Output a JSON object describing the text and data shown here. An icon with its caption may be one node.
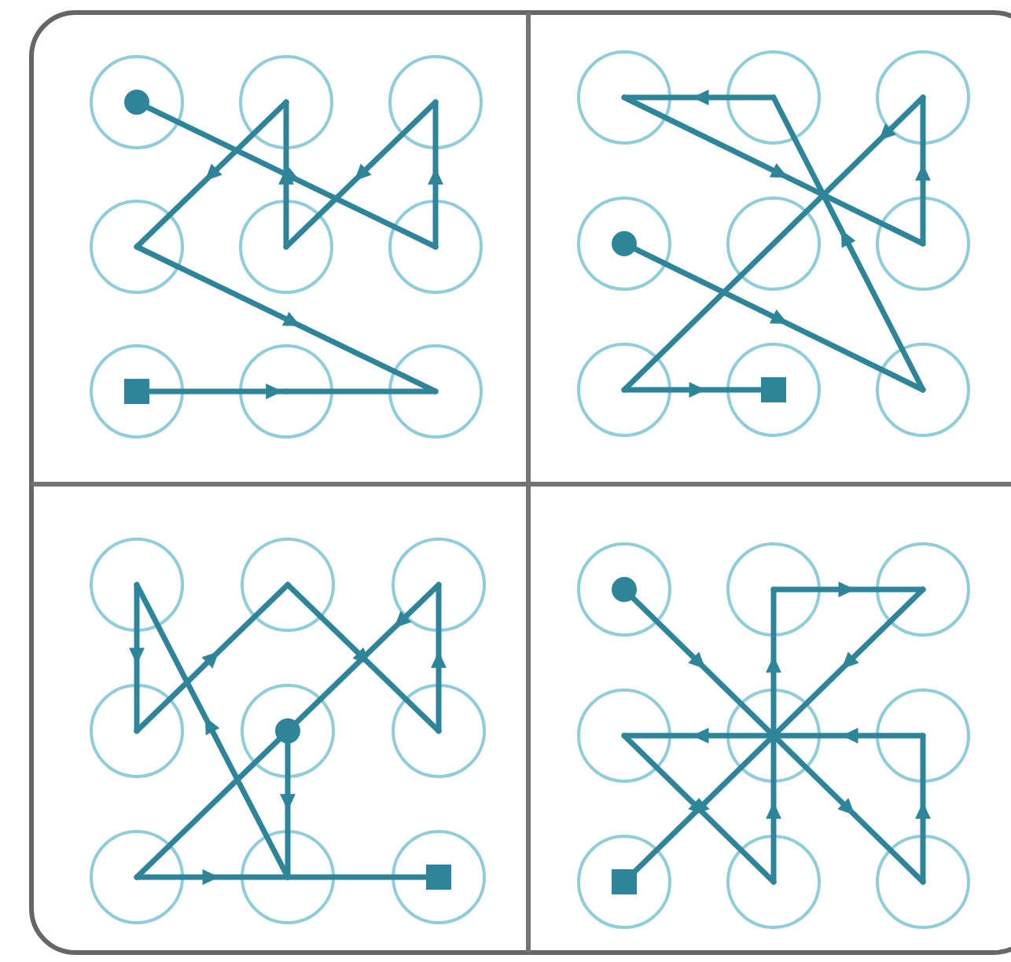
{
  "diagram": {
    "nodes": [
      {
        "text": [],
        "shape": "circle"
      },
      {
        "text": [],
        "shape": "circle"
      },
      {
        "text": [],
        "shape": "circle"
      },
      {
        "text": [],
        "shape": "circle"
      },
      {
        "text": [],
        "shape": "circle"
      },
      {
        "text": [],
        "shape": "circle"
      },
      {
        "text": [],
        "shape": "circle"
      },
      {
        "text": [],
        "shape": "circle"
      },
      {
        "text": [],
        "shape": "circle"
      },
      {
        "text": [],
        "shape": "circle"
      },
      {
        "text": [],
        "shape": "circle"
      },
      {
        "text": [],
        "shape": "circle"
      },
      {
        "text": [],
        "shape": "circle"
      },
      {
        "text": [],
        "shape": "circle"
      },
      {
        "text": [],
        "shape": "circle"
      },
      {
        "text": [],
        "shape": "circle"
      },
      {
        "text": [],
        "shape": "circle"
      },
      {
        "text": [],
        "shape": "circle"
      },
      {
        "text": [],
        "shape": "circle"
      },
      {
        "text": [],
        "shape": "circle"
      },
      {
        "text": [],
        "shape": "circle"
      },
      {
        "text": [],
        "shape": "circle"
      },
      {
        "text": [],
        "shape": "circle"
      },
      {
        "text": [],
        "shape": "circle"
      },
      {
        "text": [],
        "shape": "circle"
      },
      {
        "text": [],
        "shape": "circle"
      },
      {
        "text": [],
        "shape": "circle"
      },
      {
        "text": [],
        "shape": "circle"
      },
      {
        "text": [],
        "shape": "circle"
      },
      {
        "text": [],
        "shape": "circle"
      },
      {
        "text": [],
        "shape": "circle"
      },
      {
        "text": [],
        "shape": "circle"
      },
      {
        "text": [],
        "shape": "circle"
      },
      {
        "text": [],
        "shape": "circle"
      },
      {
        "text": [],
        "shape": "circle"
      },
      {
        "text": [],
        "shape": "circle"
      }
    ],
    "edges": [
      {
        "from": 0,
        "to": 5,
        "arrow": "to"
      },
      {
        "from": 5,
        "to": 2,
        "arrow": "to"
      },
      {
        "from": 2,
        "to": 4,
        "arrow": "to"
      },
      {
        "from": 4,
        "to": 1,
        "arrow": "to"
      },
      {
        "from": 1,
        "to": 3,
        "arrow": "to"
      },
      {
        "from": 3,
        "to": 8,
        "arrow": "to"
      },
      {
        "from": 6,
        "to": 7,
        "arrow": "to"
      },
      {
        "from": 7,
        "to": 8,
        "arrow": "none"
      },
      {
        "from": 12,
        "to": 17,
        "arrow": "to"
      },
      {
        "from": 17,
        "to": 10,
        "arrow": "to"
      },
      {
        "from": 10,
        "to": 9,
        "arrow": "to"
      },
      {
        "from": 9,
        "to": 14,
        "arrow": "to"
      },
      {
        "from": 14,
        "to": 11,
        "arrow": "to"
      },
      {
        "from": 11,
        "to": 13,
        "arrow": "to"
      },
      {
        "from": 13,
        "to": 15,
        "arrow": "none"
      },
      {
        "from": 15,
        "to": 16,
        "arrow": "to"
      },
      {
        "from": 22,
        "to": 25,
        "arrow": "to"
      },
      {
        "from": 25,
        "to": 18,
        "arrow": "to"
      },
      {
        "from": 18,
        "to": 21,
        "arrow": "to"
      },
      {
        "from": 21,
        "to": 19,
        "arrow": "to"
      },
      {
        "from": 19,
        "to": 23,
        "arrow": "to"
      },
      {
        "from": 23,
        "to": 20,
        "arrow": "to"
      },
      {
        "from": 20,
        "to": 22,
        "arrow": "to"
      },
      {
        "from": 22,
        "to": 24,
        "arrow": "other"
      },
      {
        "from": 24,
        "to": 25,
        "arrow": "to"
      },
      {
        "from": 25,
        "to": 26,
        "arrow": "other"
      },
      {
        "from": 27,
        "to": 31,
        "arrow": "to"
      },
      {
        "from": 31,
        "to": 35,
        "arrow": "to"
      },
      {
        "from": 35,
        "to": 32,
        "arrow": "to"
      },
      {
        "from": 32,
        "to": 31,
        "arrow": "to"
      },
      {
        "from": 31,
        "to": 30,
        "arrow": "to"
      },
      {
        "from": 30,
        "to": 34,
        "arrow": "to"
      },
      {
        "from": 34,
        "to": 31,
        "arrow": "to"
      },
      {
        "from": 31,
        "to": 28,
        "arrow": "to"
      },
      {
        "from": 28,
        "to": 29,
        "arrow": "to"
      },
      {
        "from": 29,
        "to": 31,
        "arrow": "to"
      },
      {
        "from": 31,
        "to": 33,
        "arrow": "to"
      }
    ]
  }
}
